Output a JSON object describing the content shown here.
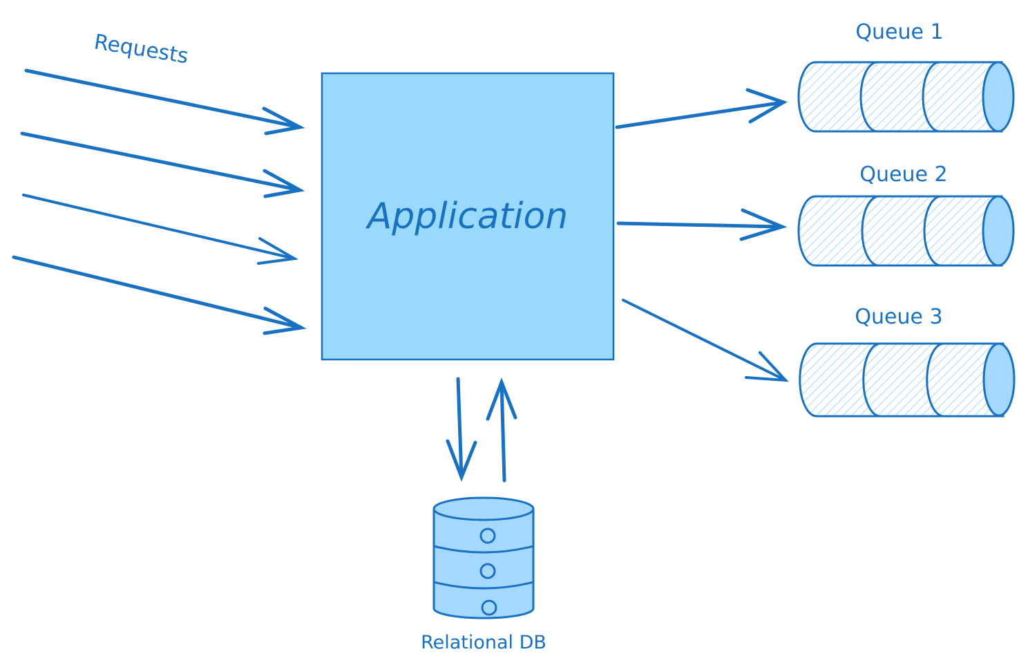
{
  "diagram": {
    "requests_label": "Requests",
    "application_label": "Application",
    "db_label": "Relational DB",
    "queues": [
      {
        "label": "Queue 1"
      },
      {
        "label": "Queue 2"
      },
      {
        "label": "Queue 3"
      }
    ],
    "request_arrow_count": 4
  },
  "colors": {
    "stroke": "#1971c2",
    "fill": "#a5d8ff",
    "app_fill": "#99d9fb"
  }
}
